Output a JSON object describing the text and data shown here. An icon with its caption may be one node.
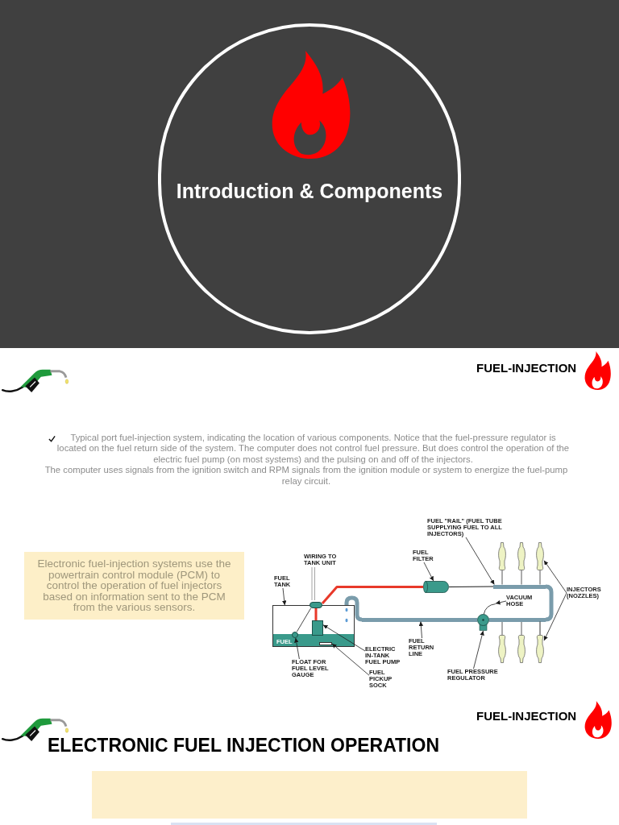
{
  "diagram": {
    "nodes": [
      {
        "text": [
          "Introduction & Components"
        ]
      },
      {
        "text": [
          "Electronic fuel-injection systems use the powertrain control module (PCM) to control the operation of fuel injectors based on information sent to the PCM from the various sensors."
        ]
      },
      {
        "text": [
          "FUEL \"RAIL\" (FUEL TUBE SUPPLYING FUEL TO ALL INJECTORS)"
        ]
      },
      {
        "text": [
          "FUEL FILTER"
        ]
      },
      {
        "text": [
          "FUEL TANK"
        ]
      },
      {
        "text": [
          "INJECTORS (NOZZLES)"
        ]
      },
      {
        "text": [
          "VACUUM HOSE"
        ]
      },
      {
        "text": [
          "FUEL RETURN LINE"
        ]
      },
      {
        "text": [
          "ELECTRIC IN-TANK FUEL PUMP"
        ]
      },
      {
        "text": [
          "FLOAT FOR FUEL LEVEL GAUGE"
        ]
      },
      {
        "text": [
          "FUEL PRESSURE REGULATOR"
        ]
      },
      {
        "text": [
          "FUEL PICKUP SOCK"
        ]
      },
      {
        "text": [],
        "shape": "bar"
      },
      {
        "text": [],
        "shape": "cylinder"
      },
      {
        "text": [],
        "shape": "box"
      },
      {
        "text": [
          "FUEL"
        ],
        "in": 14
      },
      {
        "text": [],
        "shape": "box",
        "in": 14
      },
      {
        "text": [],
        "shape": "circle",
        "in": 14
      },
      {
        "text": [],
        "shape": "box",
        "in": 15
      },
      {
        "text": [],
        "shape": "picture"
      },
      {
        "text": [],
        "shape": "picture"
      },
      {
        "text": [],
        "shape": "picture"
      },
      {
        "text": [],
        "shape": "bar"
      },
      {
        "text": [],
        "shape": "picture"
      },
      {
        "text": [],
        "shape": "box"
      },
      {
        "text": [],
        "shape": "circle"
      },
      {
        "text": [],
        "shape": "bar"
      }
    ],
    "edges": [
      {
        "from": 2,
        "to": 12,
        "arrow": "to"
      },
      {
        "from": 3,
        "to": 13,
        "arrow": "to"
      },
      {
        "from": 4,
        "to": 14,
        "arrow": "to"
      },
      {
        "from": 5,
        "to": 19,
        "arrow": "to"
      },
      {
        "from": 5,
        "to": 20,
        "arrow": "to"
      },
      {
        "from": 6,
        "to": 21,
        "arrow": "to"
      },
      {
        "from": 7,
        "to": 22,
        "arrow": "to"
      },
      {
        "from": 8,
        "to": 16,
        "arrow": "to"
      },
      {
        "from": 9,
        "to": 17,
        "arrow": "to"
      },
      {
        "from": 10,
        "to": 23,
        "arrow": "to"
      },
      {
        "from": 11,
        "to": 18,
        "arrow": "to"
      },
      {
        "from": 25,
        "to": 13,
        "arrow": "none",
        "style": "thick",
        "color": "#e8392a"
      },
      {
        "from": 25,
        "to": 16,
        "arrow": "none",
        "style": "thick",
        "color": "#e8392a"
      },
      {
        "from": 17,
        "to": 25,
        "arrow": "none"
      },
      {
        "from": 13,
        "to": 12,
        "arrow": "none"
      },
      {
        "from": 12,
        "to": 26,
        "arrow": "none",
        "style": "thick",
        "color": "#7a9cab"
      },
      {
        "from": 22,
        "to": 14,
        "arrow": "none",
        "style": "thick",
        "color": "#7a9cab"
      },
      {
        "from": 26,
        "to": 20,
        "arrow": "none"
      }
    ],
    "labels": [
      "FUEL-INJECTION",
      "Typical port fuel-injection system, indicating the location of various components. Notice that the fuel-pressure regulator is located on the fuel return side of the system. The computer does not control fuel pressure. But does control the operation of the electric fuel pump (on most systems) and the pulsing on and off of the injectors.",
      "The computer uses signals from the ignition switch and RPM signals from the ignition module or system to energize the fuel-pump relay circuit.",
      "WIRING TO TANK UNIT",
      "FUEL-INJECTION",
      "ELECTRONIC FUEL INJECTION OPERATION"
    ]
  }
}
